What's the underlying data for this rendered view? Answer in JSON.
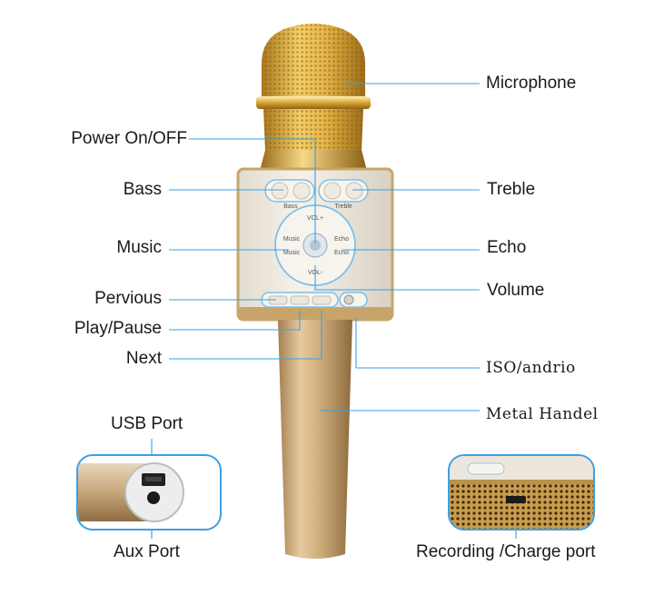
{
  "labels": {
    "microphone": "Microphone",
    "power": "Power On/OFF",
    "bass": "Bass",
    "treble": "Treble",
    "music": "Music",
    "echo": "Echo",
    "volume": "Volume",
    "previous": "Pervious",
    "play_pause": "Play/Pause",
    "next": "Next",
    "iso_android": "ISO/andrio",
    "metal_handle": "Metal Handel",
    "usb_port": "USB Port",
    "aux_port": "Aux Port",
    "recording_charge": "Recording /Charge port"
  },
  "panel_text": {
    "bass": "Bass",
    "treble": "Treble",
    "vol_plus": "VOL+",
    "vol_minus": "VOL-",
    "music_top": "Music",
    "music_bottom": "Music",
    "echo_top": "Echo",
    "echo_bottom": "Echo"
  },
  "colors": {
    "callout_line": "#3aa0e6",
    "gold": "#d9b04a",
    "handle": "#c9a46a",
    "panel": "#efe9df"
  }
}
